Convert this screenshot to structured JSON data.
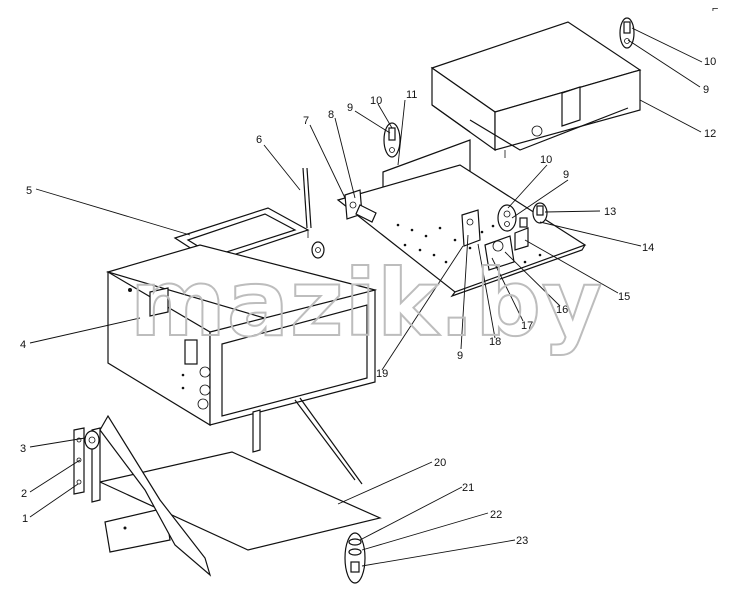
{
  "watermark": "mazik.by",
  "corner_mark": "⌐",
  "callouts": [
    {
      "id": "c1",
      "label": "1"
    },
    {
      "id": "c2",
      "label": "2"
    },
    {
      "id": "c3",
      "label": "3"
    },
    {
      "id": "c4",
      "label": "4"
    },
    {
      "id": "c5",
      "label": "5"
    },
    {
      "id": "c6",
      "label": "6"
    },
    {
      "id": "c7",
      "label": "7"
    },
    {
      "id": "c8",
      "label": "8"
    },
    {
      "id": "c9a",
      "label": "9"
    },
    {
      "id": "c10a",
      "label": "10"
    },
    {
      "id": "c11",
      "label": "11"
    },
    {
      "id": "c10b",
      "label": "10"
    },
    {
      "id": "c9b",
      "label": "9"
    },
    {
      "id": "c12",
      "label": "12"
    },
    {
      "id": "c10c",
      "label": "10"
    },
    {
      "id": "c9c",
      "label": "9"
    },
    {
      "id": "c13",
      "label": "13"
    },
    {
      "id": "c14",
      "label": "14"
    },
    {
      "id": "c15",
      "label": "15"
    },
    {
      "id": "c16",
      "label": "16"
    },
    {
      "id": "c17",
      "label": "17"
    },
    {
      "id": "c18",
      "label": "18"
    },
    {
      "id": "c9d",
      "label": "9"
    },
    {
      "id": "c19",
      "label": "19"
    },
    {
      "id": "c20",
      "label": "20"
    },
    {
      "id": "c21",
      "label": "21"
    },
    {
      "id": "c22",
      "label": "22"
    },
    {
      "id": "c23",
      "label": "23"
    }
  ]
}
